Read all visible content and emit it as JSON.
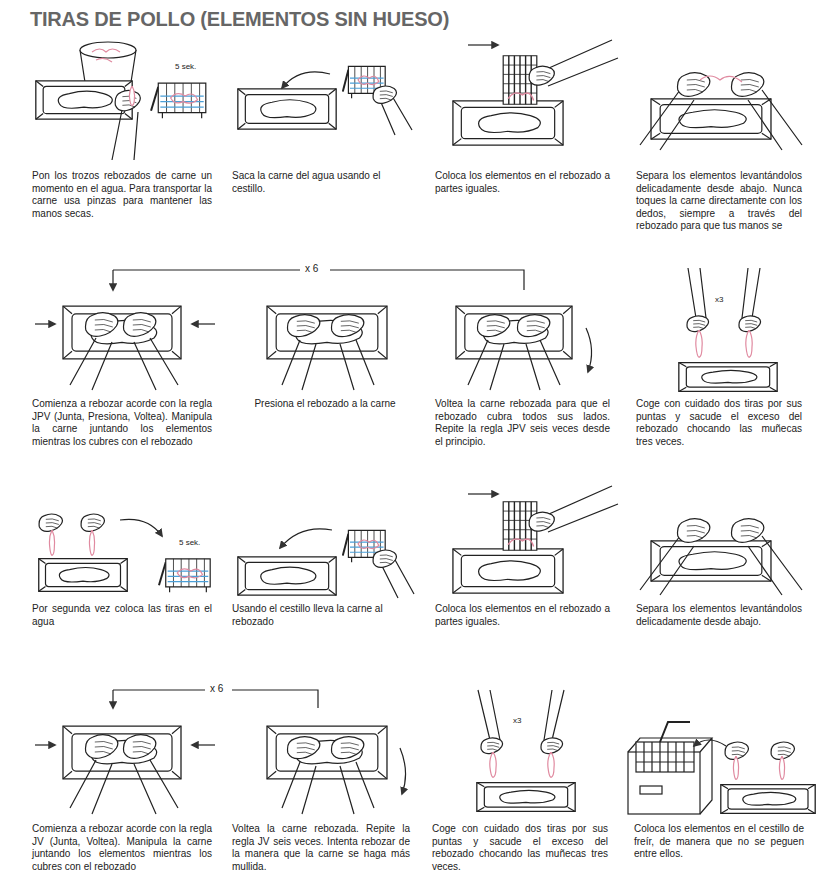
{
  "diagram": {
    "title": "TIRAS DE POLLO (ELEMENTOS SIN HUESO)",
    "labels": [
      "5 sek.",
      "Pon los trozos rebozados de carne un momento en el agua. Para transportar la carne usa pinzas para mantener las manos secas.",
      "Saca la carne del agua usando el cestillo.",
      "Coloca los elementos en el rebozado a partes iguales.",
      "Separa los elementos levantándolos delicadamente desde abajo. Nunca toques la carne directamente con los dedos, siempre a través del rebozado para que tus manos se",
      "x 6",
      "Comienza a rebozar acorde con la regla JPV (Junta, Presiona, Voltea). Manipula la carne juntando los elementos mientras los cubres con el rebozado",
      "Presiona el rebozado a la carne",
      "Voltea la carne rebozada para que el rebozado cubra todos sus lados. Repite la regla JPV seis veces desde el principio.",
      "Coge con cuidado dos tiras por sus puntas y sacude el exceso del rebozado chocando las muñecas tres veces.",
      "x3",
      "5 sek.",
      "Por segunda vez coloca las tiras en el agua",
      "Usando el cestillo lleva la carne al rebozado",
      "Coloca los elementos en el rebozado a partes iguales.",
      "Separa los elementos levantándolos delicadamente desde abajo.",
      "x 6",
      "Comienza a rebozar acorde con la regla JV (Junta, Voltea). Manipula la carne juntando los elementos mientras los cubres con el rebozado",
      "Voltea la carne rebozada. Repite la regla JV seis veces. Intenta rebozar de la manera que la carne se haga más mullida.",
      "Coge con cuidado dos tiras por sus puntas y sacude el exceso del rebozado chocando las muñecas tres veces.",
      "Coloca los elementos en el cestillo de freír, de manera que no se peguen entre ellos.",
      "x3"
    ]
  }
}
